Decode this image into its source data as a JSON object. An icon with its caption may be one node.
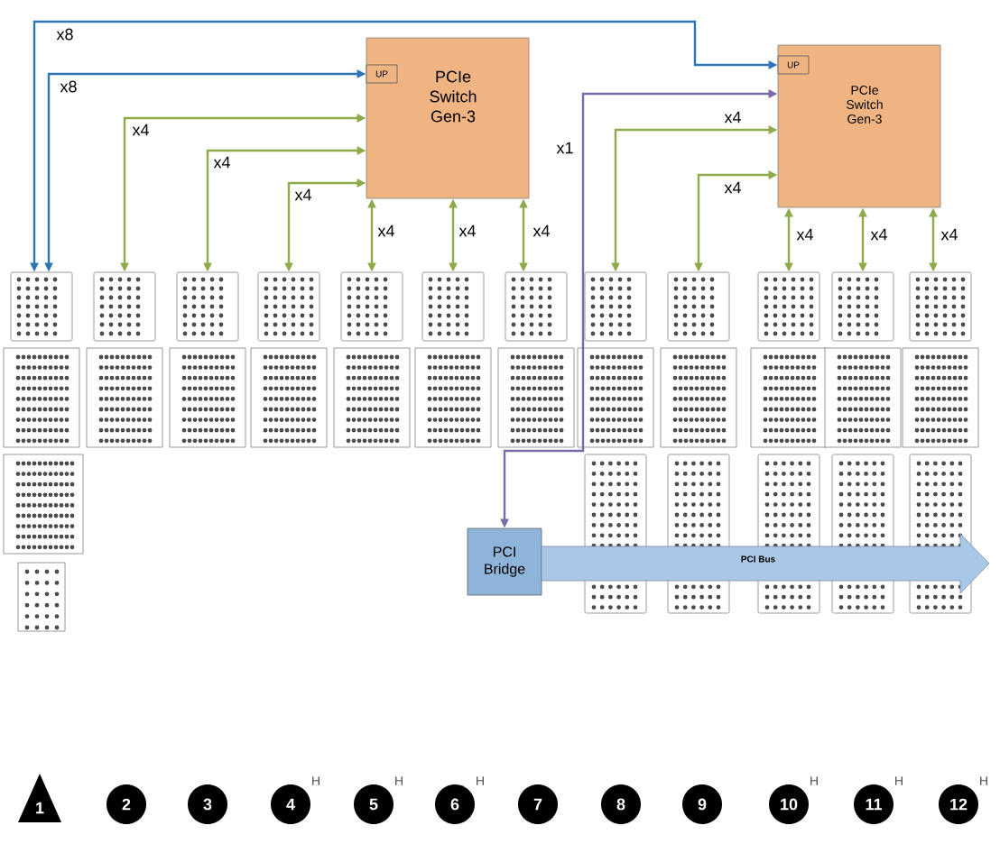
{
  "diagram": {
    "nodes": [
      {
        "text": [
          "PCIe Switch Gen-3"
        ]
      },
      {
        "text": [
          "UP"
        ],
        "in": 0
      },
      {
        "text": [
          "PCIe Switch Gen-3"
        ]
      },
      {
        "text": [
          "UP"
        ],
        "in": 2
      },
      {
        "text": [
          "PCI Bridge"
        ]
      },
      {
        "text": [
          "PCI Bus"
        ]
      },
      {
        "text": [],
        "shape": "box"
      },
      {
        "text": [],
        "shape": "box"
      },
      {
        "text": [],
        "shape": "box"
      },
      {
        "text": [],
        "shape": "box"
      },
      {
        "text": [],
        "shape": "box"
      },
      {
        "text": [],
        "shape": "box"
      },
      {
        "text": [],
        "shape": "box"
      },
      {
        "text": [],
        "shape": "box"
      },
      {
        "text": [],
        "shape": "box"
      },
      {
        "text": [],
        "shape": "box"
      },
      {
        "text": [],
        "shape": "box"
      },
      {
        "text": [],
        "shape": "box"
      },
      {
        "text": [
          "1"
        ]
      },
      {
        "text": [
          "2"
        ]
      },
      {
        "text": [
          "3"
        ]
      },
      {
        "text": [
          "4"
        ],
        "beside": [
          "H"
        ]
      },
      {
        "text": [
          "5"
        ],
        "beside": [
          "H"
        ]
      },
      {
        "text": [
          "6"
        ],
        "beside": [
          "H"
        ]
      },
      {
        "text": [
          "7"
        ]
      },
      {
        "text": [
          "8"
        ]
      },
      {
        "text": [
          "9"
        ]
      },
      {
        "text": [
          "10"
        ],
        "beside": [
          "H"
        ]
      },
      {
        "text": [
          "11"
        ],
        "beside": [
          "H"
        ]
      },
      {
        "text": [
          "12"
        ],
        "beside": [
          "H"
        ]
      }
    ],
    "edges": [
      {
        "from": 3,
        "to": 6,
        "arrow": "both",
        "label": "x8",
        "color": "#2e75b6"
      },
      {
        "from": 1,
        "to": 6,
        "arrow": "both",
        "label": "x8",
        "color": "#2e75b6"
      },
      {
        "from": 0,
        "to": 7,
        "arrow": "both",
        "label": "x4"
      },
      {
        "from": 0,
        "to": 8,
        "arrow": "both",
        "label": "x4"
      },
      {
        "from": 0,
        "to": 9,
        "arrow": "both",
        "label": "x4"
      },
      {
        "from": 0,
        "to": 10,
        "arrow": "both",
        "label": "x4"
      },
      {
        "from": 0,
        "to": 11,
        "arrow": "both",
        "label": "x4"
      },
      {
        "from": 0,
        "to": 12,
        "arrow": "both",
        "label": "x4"
      },
      {
        "from": 2,
        "to": 4,
        "arrow": "both",
        "label": "x1",
        "color": "#7b6aa8"
      },
      {
        "from": 2,
        "to": 13,
        "arrow": "both",
        "label": "x4"
      },
      {
        "from": 2,
        "to": 14,
        "arrow": "both",
        "label": "x4"
      },
      {
        "from": 2,
        "to": 15,
        "arrow": "both",
        "label": "x4"
      },
      {
        "from": 2,
        "to": 16,
        "arrow": "both",
        "label": "x4"
      },
      {
        "from": 2,
        "to": 17,
        "arrow": "both",
        "label": "x4"
      }
    ]
  }
}
